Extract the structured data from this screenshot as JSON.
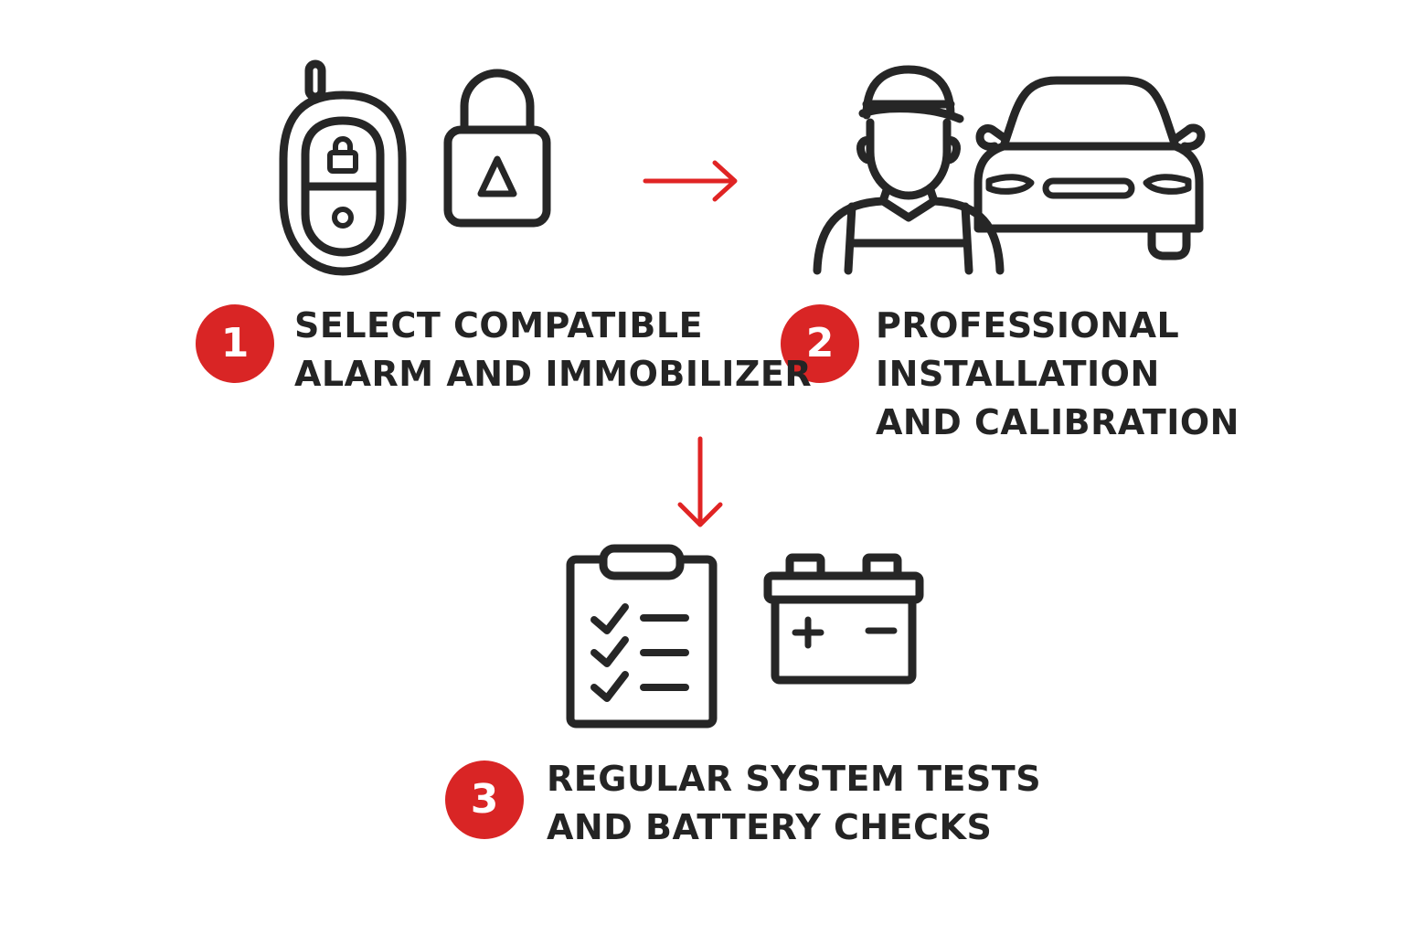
{
  "colors": {
    "accent": "#d92525",
    "ink": "#262626",
    "background": "#ffffff"
  },
  "steps": [
    {
      "number": "1",
      "lines": [
        "SELECT COMPATIBLE",
        "ALARM AND IMMOBILIZER"
      ],
      "icons": [
        "car-key-fob-icon",
        "padlock-alert-icon"
      ]
    },
    {
      "number": "2",
      "lines": [
        "PROFESSIONAL",
        "INSTALLATION",
        "AND CALIBRATION"
      ],
      "icons": [
        "mechanic-icon",
        "car-icon"
      ]
    },
    {
      "number": "3",
      "lines": [
        "REGULAR SYSTEM TESTS",
        "AND BATTERY CHECKS"
      ],
      "icons": [
        "checklist-clipboard-icon",
        "car-battery-icon"
      ]
    }
  ],
  "connectors": [
    {
      "from": "1",
      "to": "2",
      "direction": "right"
    },
    {
      "from": "1",
      "to": "3",
      "direction": "down"
    }
  ]
}
